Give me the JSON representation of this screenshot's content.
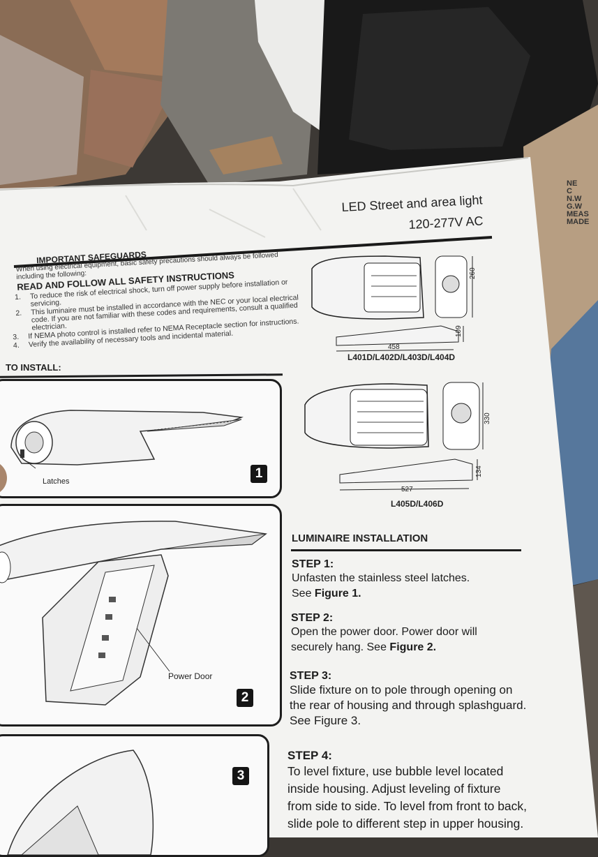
{
  "header": {
    "title": "LED Street and area light",
    "voltage": "120-277V AC"
  },
  "safety": {
    "heading": "IMPORTANT SAFEGUARDS",
    "intro_1": "When using electrical equipment, basic safety precautions should always be followed",
    "intro_2": "including the following:",
    "read_follow": "READ AND FOLLOW ALL SAFETY INSTRUCTIONS",
    "items": [
      {
        "num": "1.",
        "lines": [
          "To reduce the risk of electrical shock, turn off power supply before installation or",
          "servicing."
        ]
      },
      {
        "num": "2.",
        "lines": [
          "This luminaire must be installed in accordance with the NEC or your local electrical",
          "code. If you are not familiar with these codes and requirements, consult a qualified",
          "electrician."
        ]
      },
      {
        "num": "3.",
        "lines": [
          "If NEMA photo control is installed refer to NEMA Receptacle section for instructions."
        ]
      },
      {
        "num": "4.",
        "lines": [
          "Verify the availability of necessary tools and incidental material."
        ]
      }
    ]
  },
  "install": {
    "heading": "TO INSTALL:",
    "fig1_label": "Latches",
    "fig1_num": "1",
    "fig2_label": "Power Door",
    "fig2_num": "2",
    "fig3_num": "3"
  },
  "models": {
    "a": {
      "dim_height": "260",
      "dim_side": "109",
      "dim_length": "458",
      "label": "L401D/L402D/L403D/L404D"
    },
    "b": {
      "dim_height": "330",
      "dim_side": "134",
      "dim_length": "527",
      "label": "L405D/L406D"
    }
  },
  "luminaire": {
    "heading": "LUMINAIRE INSTALLATION",
    "steps": [
      {
        "title": "STEP 1:",
        "lines": [
          "Unfasten the stainless steel latches.",
          "See "
        ],
        "fig": "Figure 1."
      },
      {
        "title": "STEP 2:",
        "lines": [
          "Open the power door. Power door will",
          "securely hang. See "
        ],
        "fig": "Figure 2."
      },
      {
        "title": "STEP 3:",
        "lines": [
          "Slide fixture on to pole through opening on",
          "the rear of housing and through splashguard.",
          "See Figure 3."
        ]
      },
      {
        "title": "STEP 4:",
        "lines": [
          "To level fixture, use bubble level located",
          " inside housing. Adjust leveling of fixture",
          "from side to side. To level from front to back,",
          "slide pole to different step in upper housing."
        ]
      }
    ]
  },
  "box_print": [
    "NE",
    "C",
    "N.W",
    "G.W",
    "MEAS",
    "MADE"
  ],
  "colors": {
    "paper": "#f3f3f1",
    "ink": "#1c1c1c",
    "background": "#3b3733"
  }
}
